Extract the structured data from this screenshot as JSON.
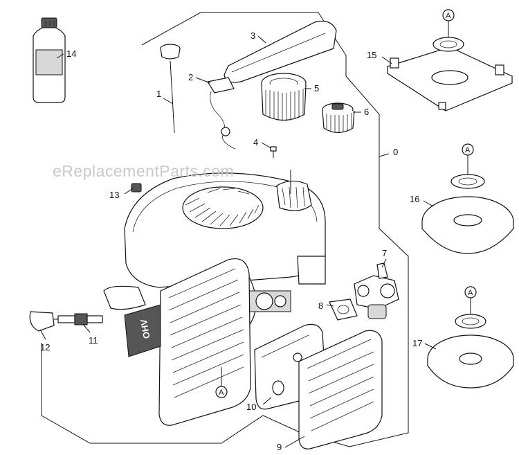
{
  "watermark": "eReplacementParts.com",
  "ohv_label": "OHV",
  "ref_marker": "A",
  "callouts": {
    "c0": "0",
    "c1": "1",
    "c2": "2",
    "c3": "3",
    "c4": "4",
    "c5": "5",
    "c6": "6",
    "c7": "7",
    "c8": "8",
    "c9": "9",
    "c10": "10",
    "c11": "11",
    "c12": "12",
    "c13": "13",
    "c14": "14",
    "c15": "15",
    "c16": "16",
    "c17": "17"
  }
}
